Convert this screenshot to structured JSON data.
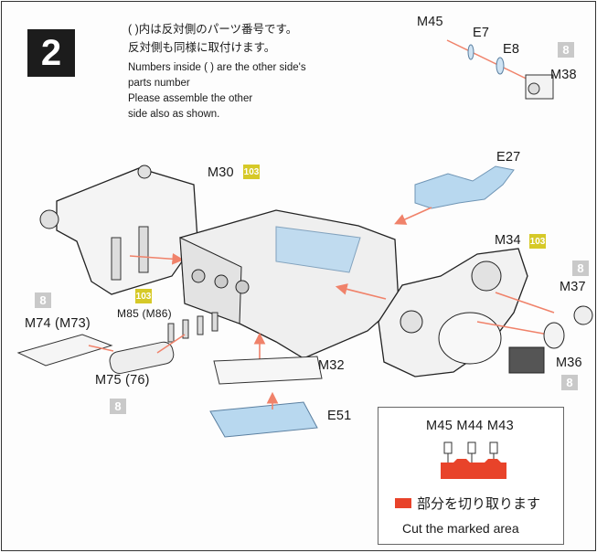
{
  "step": {
    "number": "2"
  },
  "instructions": {
    "jp_line1": "( )内は反対側のパーツ番号です。",
    "jp_line2": "反対側も同様に取付けます。",
    "en_line1": "Numbers inside ( ) are the other side's",
    "en_line2": "parts number",
    "en_line3": "Please assemble the other",
    "en_line4": "side also as shown."
  },
  "labels": {
    "m45": "M45",
    "e7": "E7",
    "e8": "E8",
    "m38": "M38",
    "e27": "E27",
    "m30": "M30",
    "m34": "M34",
    "m37": "M37",
    "m36": "M36",
    "m85": "M85 (M86)",
    "m74": "M74 (M73)",
    "m75": "M75 (76)",
    "m32": "M32",
    "e51": "E51"
  },
  "badges": {
    "runner_8": "8",
    "runner_103": "103"
  },
  "cut_box": {
    "parts": "M45  M44  M43",
    "legend": "部分を切り取ります",
    "english": "Cut the marked area"
  },
  "colors": {
    "cut_mark": "#e8432a",
    "arrow": "#f0826a",
    "clear_part": "#b8d8ef",
    "runner_yellow": "#d6c928",
    "runner_grey": "#c9c9c9"
  }
}
